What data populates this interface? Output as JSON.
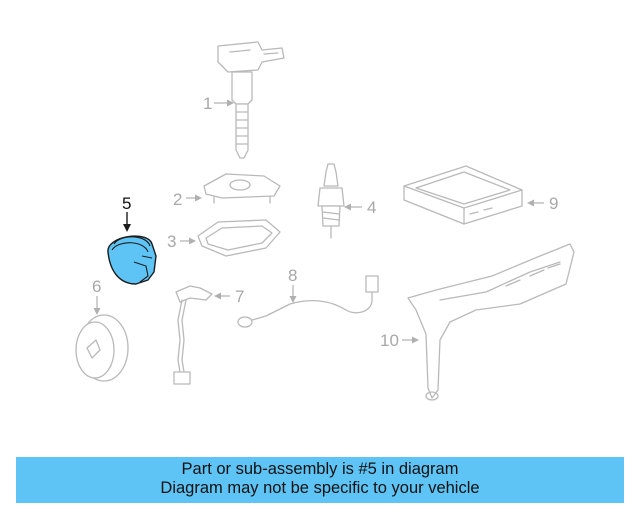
{
  "parts": [
    {
      "id": "1",
      "label": "1"
    },
    {
      "id": "2",
      "label": "2"
    },
    {
      "id": "3",
      "label": "3"
    },
    {
      "id": "4",
      "label": "4"
    },
    {
      "id": "5",
      "label": "5"
    },
    {
      "id": "6",
      "label": "6"
    },
    {
      "id": "7",
      "label": "7"
    },
    {
      "id": "8",
      "label": "8"
    },
    {
      "id": "9",
      "label": "9"
    },
    {
      "id": "10",
      "label": "10"
    }
  ],
  "highlighted_part": "5",
  "colors": {
    "highlight_fill": "#5ec4f6",
    "banner_background": "#5ec4f6",
    "part_stroke": "#b9b9b9",
    "label_muted": "#a8a8a8"
  },
  "banner": {
    "line1": "Part or sub-assembly is #5 in diagram",
    "line2": "Diagram may not be specific to your vehicle"
  }
}
